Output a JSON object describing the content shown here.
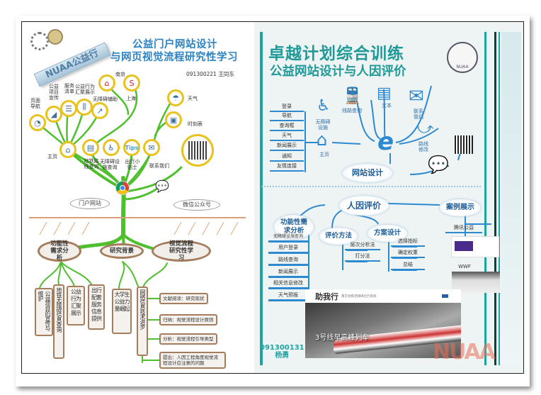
{
  "left_poster": {
    "logo_text": "NUAA公益行",
    "title_line1": "公益门户网站设计",
    "title_line2": "与网页视觉流程研究性学习",
    "author": "091300221 王同东",
    "nodes": {
      "page_nav": "页面导航",
      "project_promo": "公益项目宣传",
      "service_list": "服务清单",
      "behavior_display": "公益行为汇聚展示",
      "accessibility_aid": "无障碍辅助",
      "nanjing": "南京",
      "shanghai": "上海",
      "weather": "天气",
      "timetable": "时刻表",
      "home": "主页",
      "metro_query": "地铁路线查询",
      "facility_query": "无障碍设施查询",
      "tips": "出行小贴士",
      "tips_icon": "Tips",
      "contact": "联系我们"
    },
    "bubbles": {
      "portal": "门户网站",
      "wechat": "微信公众号"
    },
    "ovals": {
      "func": "功能性需求分析",
      "background": "研究背景",
      "visual": "视觉流程研究性学习"
    },
    "func_boxes": [
      "公益项目的宣传与维护",
      "地铁无障碍信息查询",
      "公益行为汇聚展示",
      "出行配套服务信息提供"
    ],
    "background_boxes": [
      "大学生公益力量崛起",
      "网络信息技术进步"
    ],
    "visual_boxes": [
      "文献阅读：研究现状",
      "归纳：视觉流程设计原则",
      "分析：视觉流程引导类型",
      "提出：人因工程角度视觉流程设计应注意的问题"
    ]
  },
  "right_poster": {
    "title_line1": "卓越计划综合训练",
    "title_line2": "公益网站设计与人因评价",
    "seal_text": "NUAA",
    "nav_list": [
      "登录",
      "导航",
      "查询框",
      "天气",
      "新闻展示",
      "通知",
      "友情连接"
    ],
    "icons": {
      "accessibility": "无障碍设施",
      "route_query": "线路查询",
      "text": "文本",
      "contact": "联系我们",
      "route_edit": "路线修改",
      "home": "主页"
    },
    "site_design": "网站设计",
    "hf_eval": "人因评价",
    "case_show": "案例展示",
    "func_analysis": "功能性需求分析",
    "eval_method": "评价方法",
    "plan_design": "方案设计",
    "func_list": [
      "无障碍设施查询",
      "用户登录",
      "路线查询",
      "新闻展示",
      "相关信息修改",
      "天气预报"
    ],
    "method_list": [
      "层次分析法",
      "打分法"
    ],
    "plan_list": [
      "选择指标",
      "确定权重",
      "总结"
    ],
    "cases": [
      "腾讯公益",
      "WWF"
    ],
    "banner_title": "助我行",
    "banner_sub": "南京地铁无障碍出行系统",
    "photo_caption": "3号线早高峰列车",
    "author_id": "091300131",
    "author_name": "杨勇",
    "watermark": "NUAA"
  },
  "colors": {
    "teal": "#1f9a98",
    "blue": "#2e8ad0",
    "green": "#4fbf2e",
    "gold": "#e8c21e",
    "brown": "#a57d5d"
  }
}
